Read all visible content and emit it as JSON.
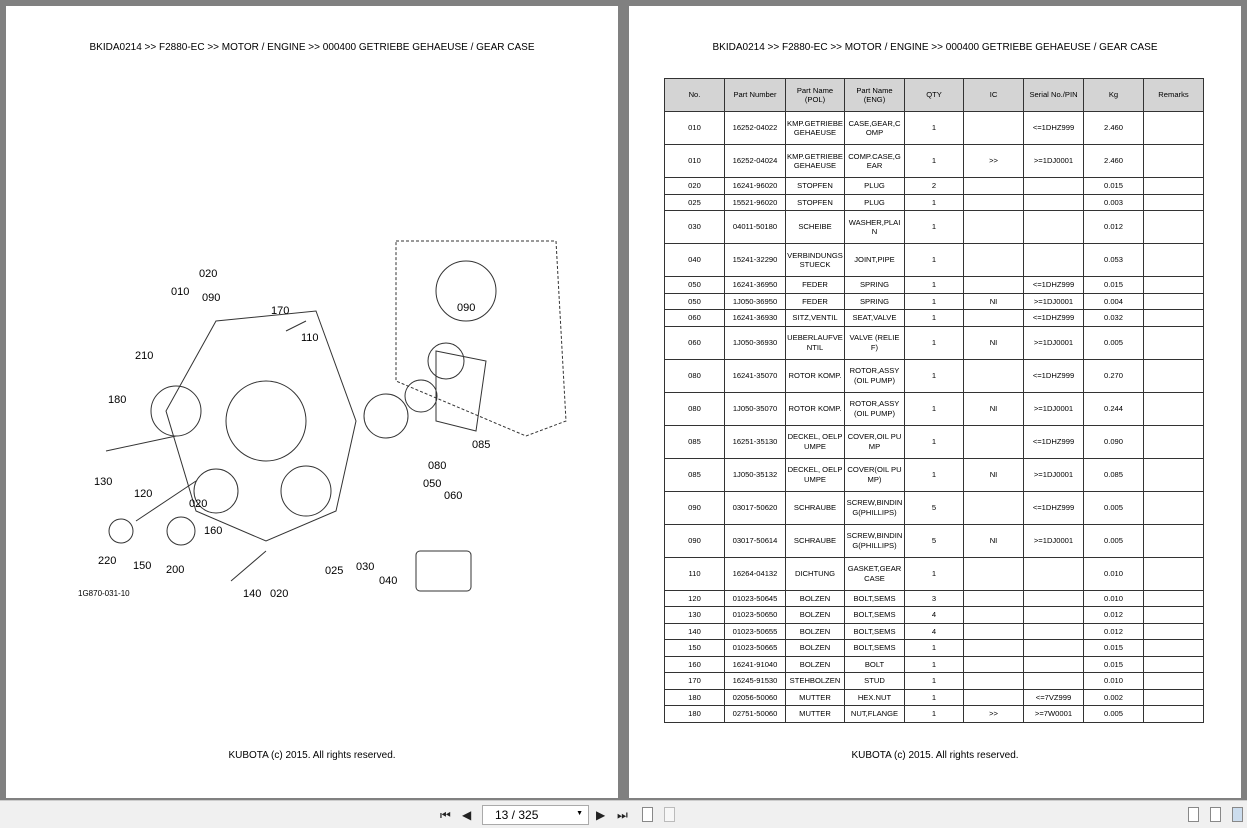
{
  "breadcrumb": "BKIDA0214 >> F2880-EC >> MOTOR / ENGINE >> 000400   GETRIEBE GEHAEUSE / GEAR CASE",
  "footer": "KUBOTA (c) 2015. All rights reserved.",
  "diagram": {
    "code": "1G870-031-10",
    "callouts": [
      "020",
      "010",
      "090",
      "170",
      "110",
      "090",
      "210",
      "180",
      "130",
      "120",
      "020",
      "160",
      "220",
      "150",
      "200",
      "140",
      "020",
      "025",
      "030",
      "040",
      "085",
      "080",
      "050",
      "060"
    ]
  },
  "table": {
    "headers": [
      "No.",
      "Part Number",
      "Part Name\n(POL)",
      "Part Name\n(ENG)",
      "QTY",
      "IC",
      "Serial No./PIN",
      "Kg",
      "Remarks"
    ],
    "rows": [
      [
        "010",
        "16252-04022",
        "KMP.GETRIEBEGEHAEUSE",
        "CASE,GEAR,COMP",
        "1",
        "",
        "<=1DHZ999",
        "2.460",
        ""
      ],
      [
        "010",
        "16252-04024",
        "KMP.GETRIEBEGEHAEUSE",
        "COMP.CASE,GEAR",
        "1",
        ">>",
        ">=1DJ0001",
        "2.460",
        ""
      ],
      [
        "020",
        "16241-96020",
        "STOPFEN",
        "PLUG",
        "2",
        "",
        "",
        "0.015",
        ""
      ],
      [
        "025",
        "15521-96020",
        "STOPFEN",
        "PLUG",
        "1",
        "",
        "",
        "0.003",
        ""
      ],
      [
        "030",
        "04011-50180",
        "SCHEIBE",
        "WASHER,PLAIN",
        "1",
        "",
        "",
        "0.012",
        ""
      ],
      [
        "040",
        "15241-32290",
        "VERBINDUNGSSTUECK",
        "JOINT,PIPE",
        "1",
        "",
        "",
        "0.053",
        ""
      ],
      [
        "050",
        "16241-36950",
        "FEDER",
        "SPRING",
        "1",
        "",
        "<=1DHZ999",
        "0.015",
        ""
      ],
      [
        "050",
        "1J050-36950",
        "FEDER",
        "SPRING",
        "1",
        "NI",
        ">=1DJ0001",
        "0.004",
        ""
      ],
      [
        "060",
        "16241-36930",
        "SITZ,VENTIL",
        "SEAT,VALVE",
        "1",
        "",
        "<=1DHZ999",
        "0.032",
        ""
      ],
      [
        "060",
        "1J050-36930",
        "UEBERLAUFVENTIL",
        "VALVE (RELIEF)",
        "1",
        "NI",
        ">=1DJ0001",
        "0.005",
        ""
      ],
      [
        "080",
        "16241-35070",
        "ROTOR KOMP.",
        "ROTOR,ASSY (OIL PUMP)",
        "1",
        "",
        "<=1DHZ999",
        "0.270",
        ""
      ],
      [
        "080",
        "1J050-35070",
        "ROTOR KOMP.",
        "ROTOR,ASSY (OIL PUMP)",
        "1",
        "NI",
        ">=1DJ0001",
        "0.244",
        ""
      ],
      [
        "085",
        "16251-35130",
        "DECKEL, OELPUMPE",
        "COVER,OIL PUMP",
        "1",
        "",
        "<=1DHZ999",
        "0.090",
        ""
      ],
      [
        "085",
        "1J050-35132",
        "DECKEL, OELPUMPE",
        "COVER(OIL PUMP)",
        "1",
        "NI",
        ">=1DJ0001",
        "0.085",
        ""
      ],
      [
        "090",
        "03017-50620",
        "SCHRAUBE",
        "SCREW,BINDING(PHILLIPS)",
        "5",
        "",
        "<=1DHZ999",
        "0.005",
        ""
      ],
      [
        "090",
        "03017-50614",
        "SCHRAUBE",
        "SCREW,BINDING(PHILLIPS)",
        "5",
        "NI",
        ">=1DJ0001",
        "0.005",
        ""
      ],
      [
        "110",
        "16264-04132",
        "DICHTUNG",
        "GASKET,GEAR CASE",
        "1",
        "",
        "",
        "0.010",
        ""
      ],
      [
        "120",
        "01023-50645",
        "BOLZEN",
        "BOLT,SEMS",
        "3",
        "",
        "",
        "0.010",
        ""
      ],
      [
        "130",
        "01023-50650",
        "BOLZEN",
        "BOLT,SEMS",
        "4",
        "",
        "",
        "0.012",
        ""
      ],
      [
        "140",
        "01023-50655",
        "BOLZEN",
        "BOLT,SEMS",
        "4",
        "",
        "",
        "0.012",
        ""
      ],
      [
        "150",
        "01023-50665",
        "BOLZEN",
        "BOLT,SEMS",
        "1",
        "",
        "",
        "0.015",
        ""
      ],
      [
        "160",
        "16241-91040",
        "BOLZEN",
        "BOLT",
        "1",
        "",
        "",
        "0.015",
        ""
      ],
      [
        "170",
        "16245-91530",
        "STEHBOLZEN",
        "STUD",
        "1",
        "",
        "",
        "0.010",
        ""
      ],
      [
        "180",
        "02056-50060",
        "MUTTER",
        "HEX.NUT",
        "1",
        "",
        "<=7VZ999",
        "0.002",
        ""
      ],
      [
        "180",
        "02751-50060",
        "MUTTER",
        "NUT,FLANGE",
        "1",
        ">>",
        ">=7W0001",
        "0.005",
        ""
      ]
    ],
    "tall_rows": [
      0,
      1,
      4,
      5,
      9,
      10,
      11,
      12,
      13,
      14,
      15,
      16
    ]
  },
  "toolbar": {
    "page_value": "13 / 325"
  }
}
